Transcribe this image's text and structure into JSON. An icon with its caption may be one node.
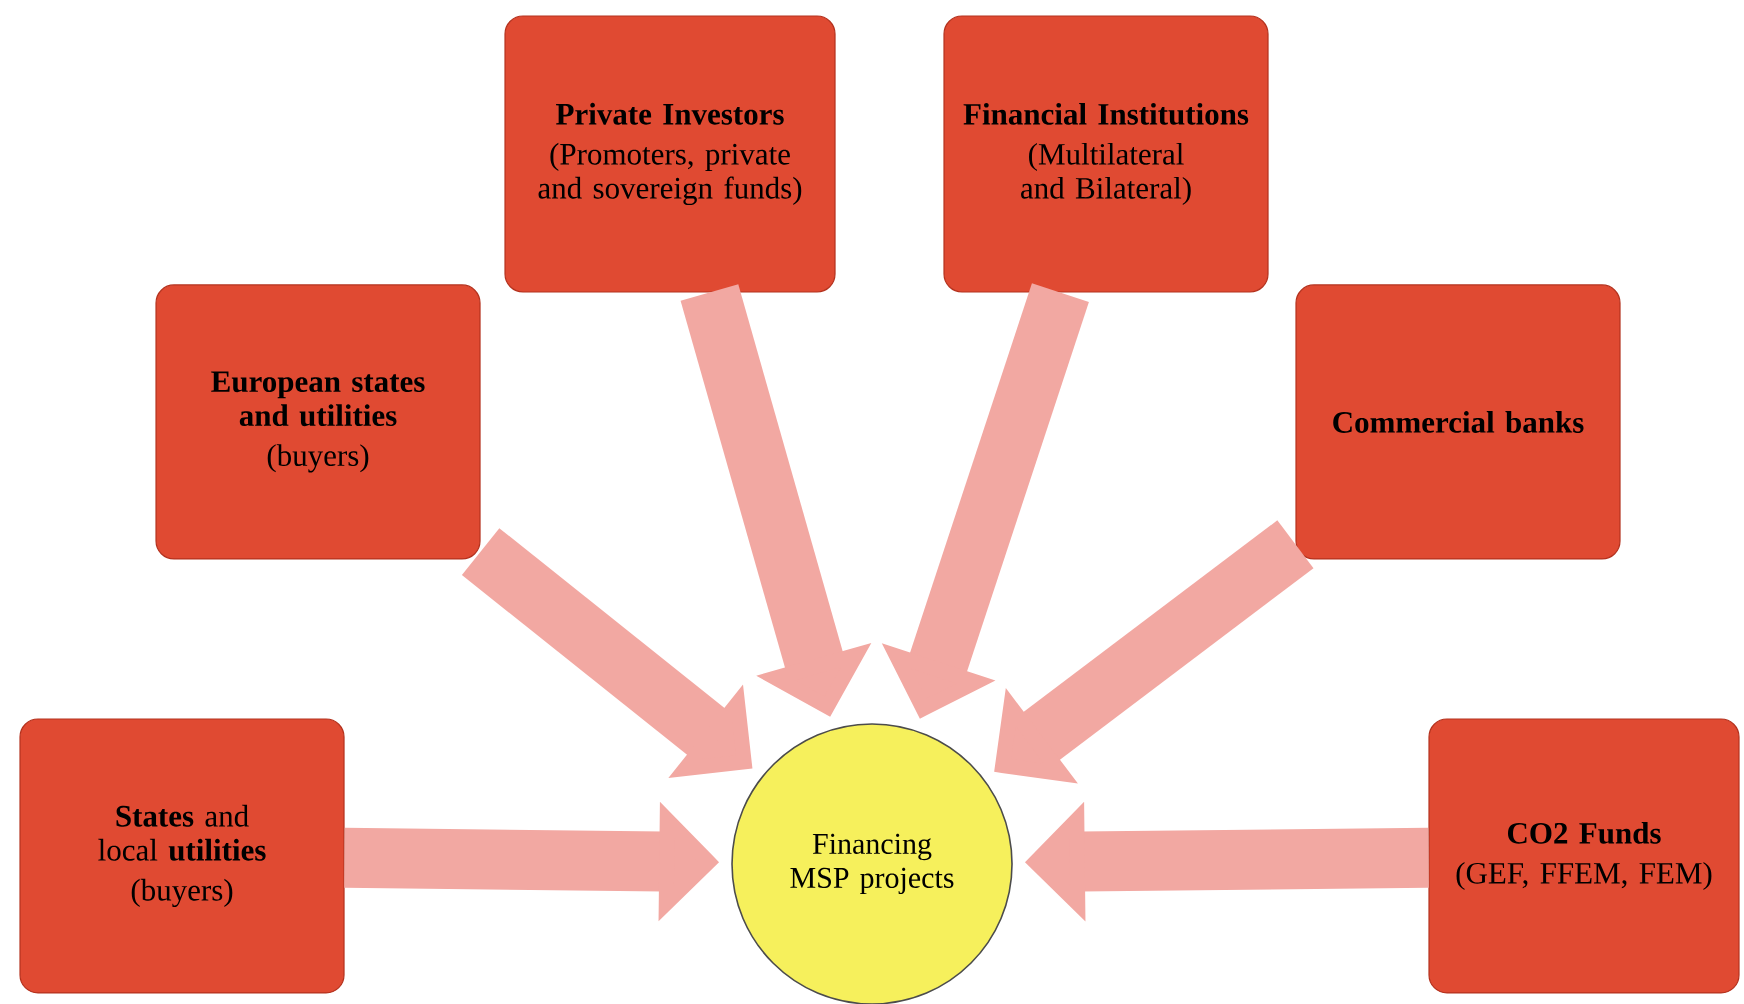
{
  "diagram": {
    "nodes": [
      {
        "text": [
          "Private Investors",
          "(Promoters, private and sovereign funds)"
        ]
      },
      {
        "text": [
          "Financial Institutions",
          "(Multilateral and Bilateral)"
        ]
      },
      {
        "text": [
          "European states and utilities",
          "(buyers)"
        ]
      },
      {
        "text": [
          "Commercial banks"
        ]
      },
      {
        "text": [
          "**States** and local **utilities**",
          "(buyers)"
        ]
      },
      {
        "text": [
          "Financing MSP projects"
        ]
      },
      {
        "text": [
          "CO2 Funds",
          "(GEF, FFEM, FEM)"
        ]
      }
    ],
    "edges": [
      {
        "from": 0,
        "to": 5,
        "arrow": "to"
      },
      {
        "from": 1,
        "to": 5,
        "arrow": "to"
      },
      {
        "from": 2,
        "to": 5,
        "arrow": "to"
      },
      {
        "from": 3,
        "to": 5,
        "arrow": "to"
      },
      {
        "from": 4,
        "to": 5,
        "arrow": "to"
      },
      {
        "from": 6,
        "to": 5,
        "arrow": "to"
      }
    ]
  }
}
